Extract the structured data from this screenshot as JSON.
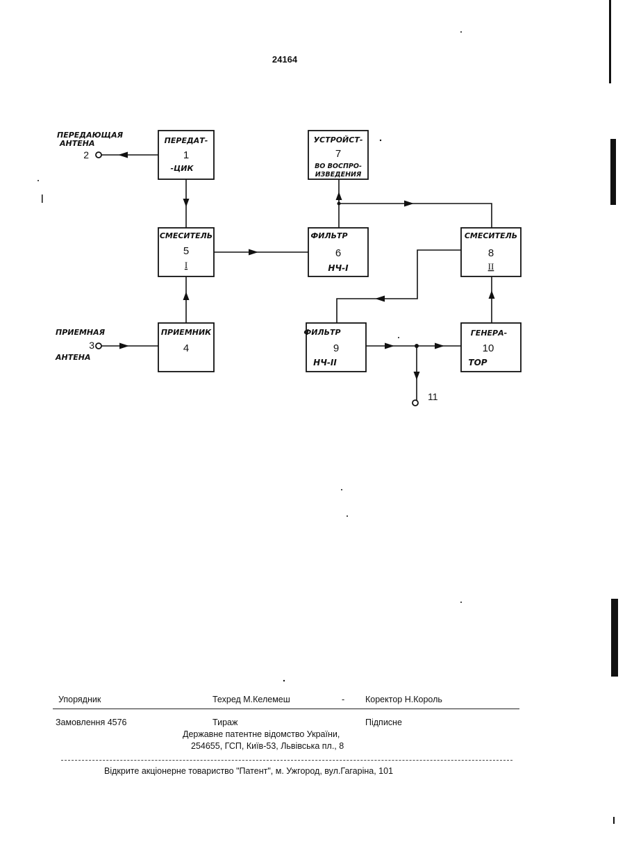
{
  "page": {
    "number": "24164"
  },
  "blocks": [
    {
      "id": "transmitter",
      "line1": "ПЕРЕДАТ-",
      "num": "1",
      "line2": "-ЦИК"
    },
    {
      "id": "playback",
      "line1": "УСТРОЙСТ-",
      "num": "7",
      "line2": "ВО ВОСПРО-",
      "line3": "ИЗВЕДЕНИЯ"
    },
    {
      "id": "mixer1",
      "line1": "СМЕСИТЕЛЬ",
      "num": "5",
      "line2": "I"
    },
    {
      "id": "filter1",
      "line1": "ФИЛЬТР",
      "num": "6",
      "line2": "НЧ-I"
    },
    {
      "id": "mixer2",
      "line1": "СМЕСИТЕЛЬ",
      "num": "8",
      "line2": "II"
    },
    {
      "id": "receiver",
      "line1": "ПРИЕМНИК",
      "num": "4"
    },
    {
      "id": "filter2",
      "line1": "ФИЛЬТР",
      "num": "9",
      "line2": "НЧ-II"
    },
    {
      "id": "generator",
      "line1": "ГЕНЕРА-",
      "num": "10",
      "line2": "ТОР"
    }
  ],
  "terminals": {
    "tx_antenna": {
      "line1": "ПЕРЕДАЮЩАЯ",
      "line2": "АНТЕНА",
      "num": "2"
    },
    "rx_antenna": {
      "line1": "ПРИЕМНАЯ",
      "line2": "АНТЕНА",
      "num": "3"
    },
    "output": {
      "num": "11"
    }
  },
  "colophon": {
    "compiler": "Упорядник",
    "techred": "Техред М.Келемеш",
    "proofreader": "Коректор Н.Король",
    "order": "Замовлення  4576",
    "circulation": "Тираж",
    "subscription": "Підписне",
    "office_line1": "Державне  патентне  відомство  України,",
    "office_line2": "254655, ГСП, Київ-53, Львівська пл., 8",
    "publisher": "Відкрите акціонерне товариство  \"Патент\", м. Ужгород, вул.Гагаріна, 101"
  }
}
